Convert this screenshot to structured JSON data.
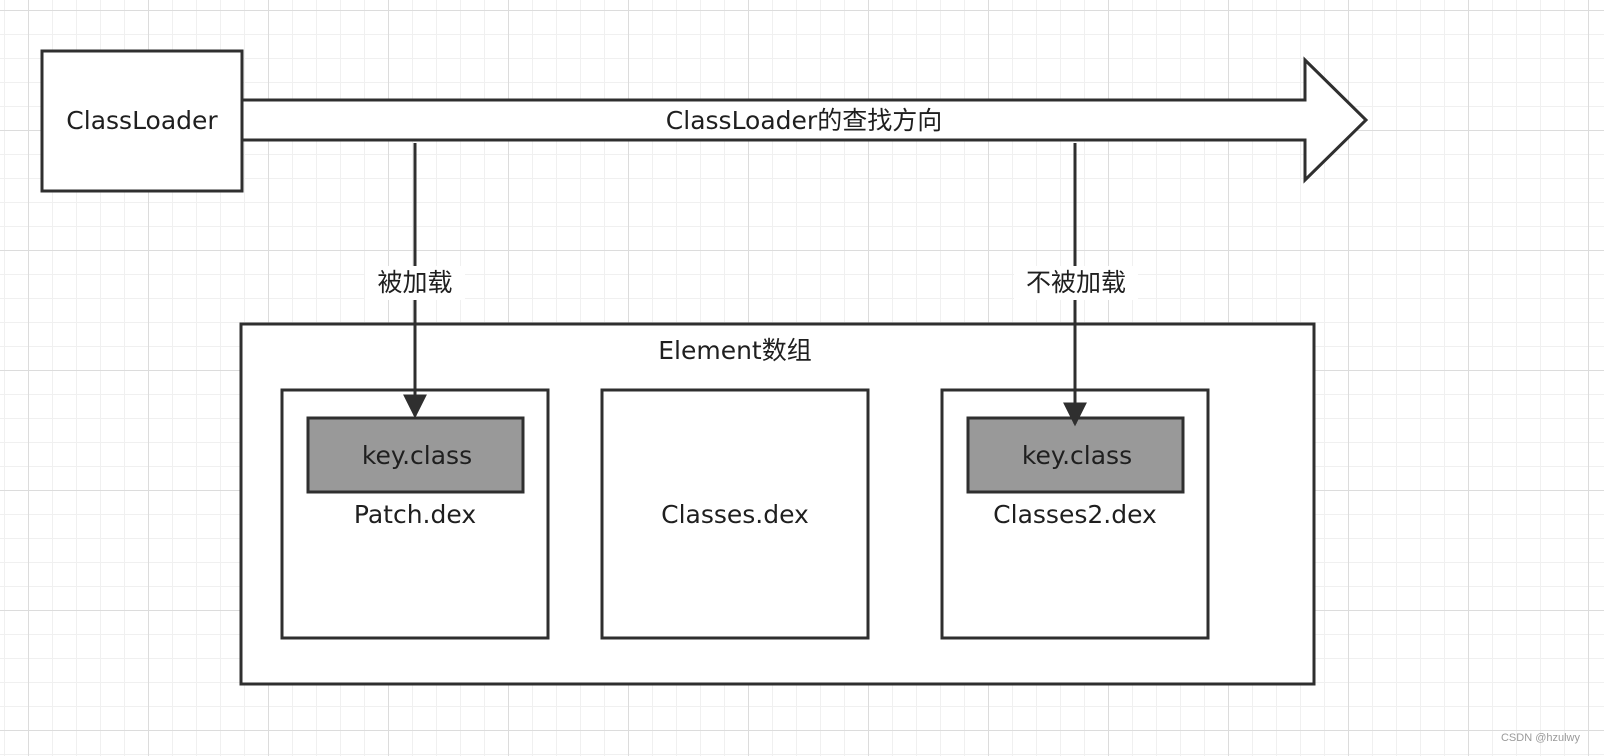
{
  "colors": {
    "stroke": "#2f2f2f",
    "box_fill": "#ffffff",
    "key_fill": "#999999",
    "text": "#1f1f1f",
    "grid": "#dcdcdc"
  },
  "nodes": {
    "classloader": "ClassLoader",
    "search_arrow": "ClassLoader的查找方向",
    "element_array": "Element数组",
    "patch_dex": "Patch.dex",
    "classes_dex": "Classes.dex",
    "classes2_dex": "Classes2.dex",
    "patch_key": "key.class",
    "classes2_key": "key.class"
  },
  "edges": {
    "loaded": "被加载",
    "not_loaded": "不被加载"
  },
  "watermark": "CSDN @hzulwy"
}
